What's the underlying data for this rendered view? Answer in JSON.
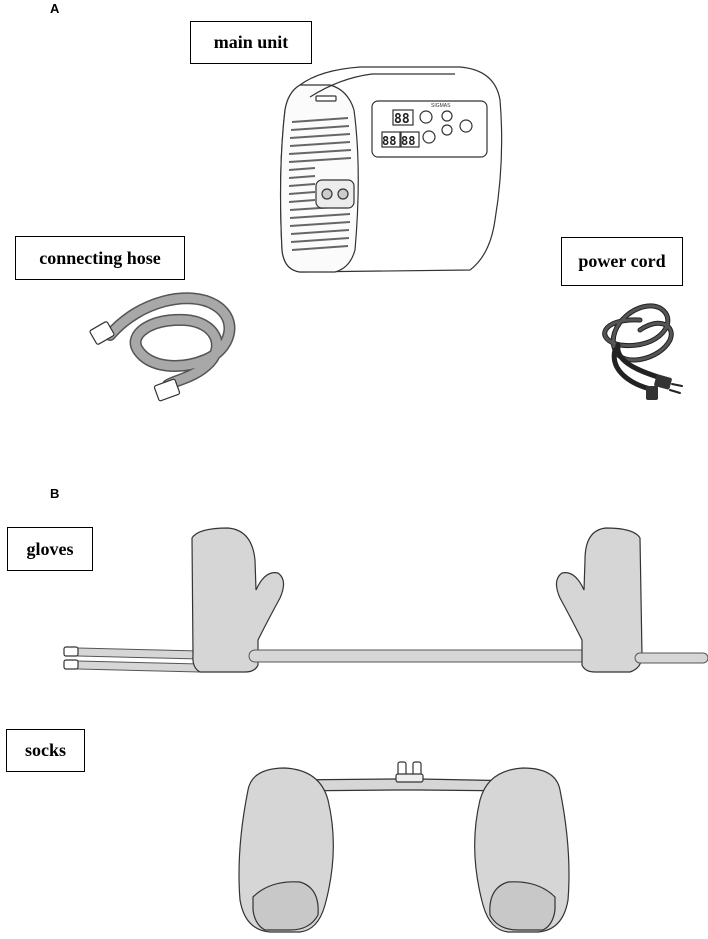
{
  "panels": {
    "a": {
      "letter": "A"
    },
    "b": {
      "letter": "B"
    }
  },
  "labels": {
    "main_unit": "main unit",
    "connecting_hose": "connecting hose",
    "power_cord": "power cord",
    "gloves": "gloves",
    "socks": "socks"
  },
  "device_brand": "SIGMAS",
  "device_display": {
    "top": "88",
    "bottom_left": "88",
    "bottom_right": "88"
  },
  "colors": {
    "device_body": "#ffffff",
    "garment_fill": "#d6d6d6",
    "hose_fill": "#a8a8a8",
    "cord_fill": "#3a3a3a",
    "display_red": "#c62828",
    "outline": "#333333"
  }
}
